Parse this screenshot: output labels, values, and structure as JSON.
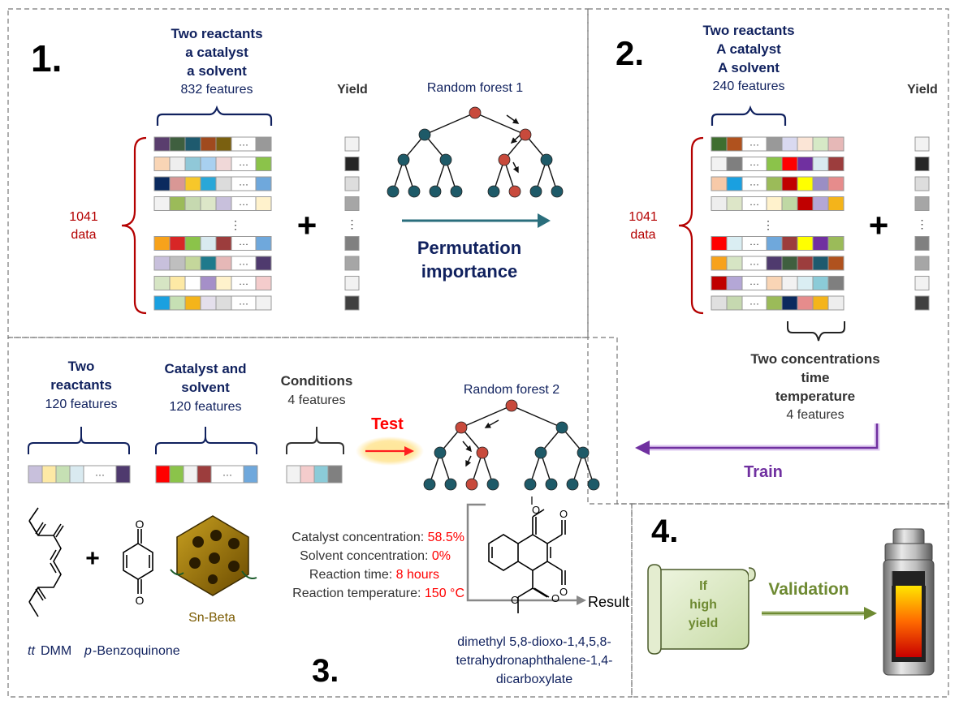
{
  "panel1": {
    "number": "1.",
    "header_lines": [
      "Two reactants",
      "a catalyst",
      "a solvent"
    ],
    "features": "832 features",
    "yield_label": "Yield",
    "data_count": "1041",
    "data_word": "data",
    "plus": "+",
    "ellipsis": "···",
    "vdots": "⋮",
    "forest_title": "Random forest 1",
    "permutation_lines": [
      "Permutation",
      "importance"
    ]
  },
  "panel2": {
    "number": "2.",
    "header_lines": [
      "Two reactants",
      "A catalyst",
      "A solvent"
    ],
    "features": "240 features",
    "yield_label": "Yield",
    "data_count": "1041",
    "data_word": "data",
    "plus": "+",
    "conc_lines": [
      "Two concentrations",
      "time",
      "temperature"
    ],
    "conc_features": "4 features",
    "train_label": "Train"
  },
  "panel3": {
    "number": "3.",
    "group1_lines": [
      "Two",
      "reactants"
    ],
    "group1_features": "120 features",
    "group2_lines": [
      "Catalyst and",
      "solvent"
    ],
    "group2_features": "120 features",
    "group3_title": "Conditions",
    "group3_features": "4 features",
    "test_label": "Test",
    "forest_title": "Random forest 2",
    "conditions": [
      {
        "label": "Catalyst concentration: ",
        "value": "58.5%"
      },
      {
        "label": "Solvent concentration: ",
        "value": "0%"
      },
      {
        "label": "Reaction time: ",
        "value": "8 hours"
      },
      {
        "label": "Reaction temperature: ",
        "value": "150 °C"
      }
    ],
    "reactant1_label_italic": "tt",
    "reactant1_label_rest": "DMM",
    "reactant2_label_italic": "p",
    "reactant2_label_rest": "-Benzoquinone",
    "catalyst_label": "Sn-Beta",
    "plus": "+",
    "result_label": "Result",
    "product_lines": [
      "dimethyl 5,8-dioxo-1,4,5,8-",
      "tetrahydronaphthalene-1,4-",
      "dicarboxylate"
    ]
  },
  "panel4": {
    "number": "4.",
    "scroll_lines": [
      "If",
      "high",
      "yield"
    ],
    "validation_label": "Validation"
  },
  "colors": {
    "navy": "#10215e",
    "red_text": "#b40000",
    "bright_red": "#ff0000",
    "node_teal": "#1e5a68",
    "node_red": "#c84a3c",
    "purple": "#7030a0",
    "green_text": "#6e8a32",
    "gold": "#7a5a00"
  },
  "matrix1_rows": [
    [
      "#5a3e6e",
      "#3f5f3f",
      "#1e5a6e",
      "#a04a1e",
      "#7a6010",
      "#999999"
    ],
    [
      "#f9d5b5",
      "#eeeeee",
      "#90c8d8",
      "#a8d0f0",
      "#f0d8d8",
      "#8bc34a"
    ],
    [
      "#0b2a5e",
      "#d99795",
      "#f7c72a",
      "#29a7d8",
      "#dcdcdc",
      "#6fa8dc"
    ],
    [
      "#f2f2f2",
      "#9bbb59",
      "#c6d9b0",
      "#dce6c8",
      "#c8c0dc",
      "#fff2cc"
    ],
    [
      "#f7a21b",
      "#d82626",
      "#8bc34a",
      "#d9eaf0",
      "#9c3d3d",
      "#6fa8dc"
    ],
    [
      "#c8c0dc",
      "#bfbfbf",
      "#c4d79b",
      "#1f7a8c",
      "#e6b8b7",
      "#4f3a6e"
    ],
    [
      "#d6e5c4",
      "#fde9a5",
      "#ffffff",
      "#a58fc8",
      "#fff2cc",
      "#f4cccc"
    ],
    [
      "#1aa0e0",
      "#c6e0b4",
      "#f4b41a",
      "#e4dfec",
      "#dddddd",
      "#f2f2f2"
    ]
  ],
  "matrix2_rows": [
    [
      "#3f6e2f",
      "#b0521e",
      "#999999",
      "#d9d9f0",
      "#fbe5d6",
      "#d6e9c6",
      "#e6b8b7"
    ],
    [
      "#f2f2f2",
      "#7f7f7f",
      "#8bc34a",
      "#ff0000",
      "#7030a0",
      "#d9eaf0",
      "#9c3d3d"
    ],
    [
      "#f7c9a8",
      "#1aa0e0",
      "#9bbb59",
      "#c00000",
      "#ffff00",
      "#9b8ec4",
      "#e68c8c"
    ],
    [
      "#eeeeee",
      "#dde6c8",
      "#fff2cc",
      "#bfd8a4",
      "#c00000",
      "#b4a7d6",
      "#f4b41a"
    ],
    [
      "#ff0000",
      "#daeef3",
      "#6fa8dc",
      "#9c3d3d",
      "#ffff00",
      "#7030a0",
      "#9bbb59"
    ],
    [
      "#f7a21b",
      "#d6e5c4",
      "#4f3a6e",
      "#3f5f3f",
      "#9c3d3d",
      "#1e5a6e",
      "#b0521e"
    ],
    [
      "#c00000",
      "#b4a7d6",
      "#f9d5b5",
      "#f2f2f2",
      "#daeef3",
      "#8bcbd8",
      "#7f7f7f"
    ],
    [
      "#e0e0e0",
      "#c6d9b0",
      "#9bbb59",
      "#0b2a5e",
      "#e68c8c",
      "#f4b41a",
      "#eeeeee"
    ]
  ],
  "yield_colors": [
    "#f2f2f2",
    "#262626",
    "#dddddd",
    "#a6a6a6",
    "#808080",
    "#a6a6a6",
    "#f2f2f2",
    "#404040"
  ],
  "panel3_rows": {
    "reactants": [
      "#c8c0dc",
      "#fde9a5",
      "#c6e0b4",
      "#d9eaf0",
      "#4f3a6e"
    ],
    "catalyst": [
      "#ff0000",
      "#8bc34a",
      "#f2f2f2",
      "#9c3d3d",
      "#6fa8dc"
    ],
    "conditions": [
      "#f2f2f2",
      "#f4cccc",
      "#8bcbd8",
      "#808080"
    ]
  }
}
